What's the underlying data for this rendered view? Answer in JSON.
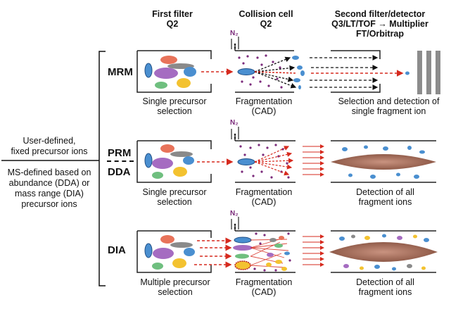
{
  "headers": {
    "first_filter": [
      "First filter",
      "Q2"
    ],
    "collision_cell": [
      "Collision cell",
      "Q2"
    ],
    "second_filter": [
      "Second filter/detector",
      "Q3/LT/TOF → Multiplier",
      "FT/Orbitrap"
    ]
  },
  "gas_label": "N₂",
  "modes": {
    "mrm": "MRM",
    "prm": "PRM",
    "dda": "DDA",
    "dia": "DIA"
  },
  "side": {
    "user_defined": [
      "User-defined,",
      "fixed precursor ions"
    ],
    "ms_defined": [
      "MS-defined based on",
      "abundance (DDA) or",
      "mass range (DIA)",
      "precursor ions"
    ]
  },
  "captions": {
    "mrm": [
      "Single precursor selection",
      "Fragmentation (CAD)",
      "Selection and detection of single fragment ion"
    ],
    "prm": [
      "Single precursor selection",
      "Fragmentation (CAD)",
      "Detection of all fragment ions"
    ],
    "dia": [
      "Multiple precursor selection",
      "Fragmentation (CAD)",
      "Detection of all fragment ions"
    ]
  },
  "colors": {
    "ion_blue": "#4a8fd0",
    "ion_purple": "#a56cc1",
    "ion_green": "#6fbf7f",
    "ion_yellow": "#f3c230",
    "ion_red": "#e8735a",
    "ion_gray": "#8a8a8a",
    "arrow_red": "#d62a1e",
    "fragment_dot": "#7a2a7a",
    "orbitrap": "#b07a68"
  }
}
